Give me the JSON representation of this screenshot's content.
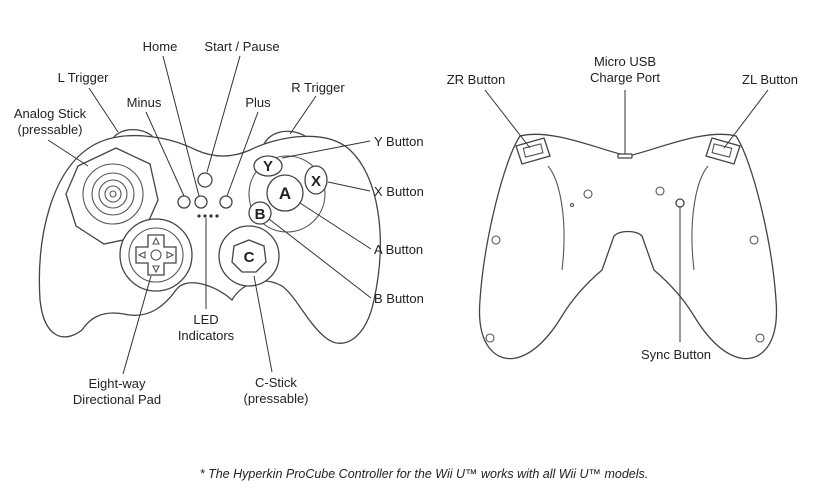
{
  "front": {
    "labels": {
      "home": "Home",
      "start_pause": "Start / Pause",
      "l_trigger": "L Trigger",
      "r_trigger": "R Trigger",
      "minus": "Minus",
      "plus": "Plus",
      "analog_stick_1": "Analog Stick",
      "analog_stick_2": "(pressable)",
      "y_button": "Y Button",
      "x_button": "X Button",
      "a_button": "A Button",
      "b_button": "B Button",
      "led_1": "LED",
      "led_2": "Indicators",
      "dpad_1": "Eight-way",
      "dpad_2": "Directional Pad",
      "cstick_1": "C-Stick",
      "cstick_2": "(pressable)"
    },
    "button_letters": {
      "y": "Y",
      "x": "X",
      "a": "A",
      "b": "B",
      "c": "C"
    }
  },
  "back": {
    "labels": {
      "zr_button": "ZR Button",
      "zl_button": "ZL Button",
      "usb_1": "Micro USB",
      "usb_2": "Charge Port",
      "sync_button": "Sync Button"
    }
  },
  "footnote": "* The Hyperkin ProCube Controller for the Wii U™ works with all Wii U™ models."
}
